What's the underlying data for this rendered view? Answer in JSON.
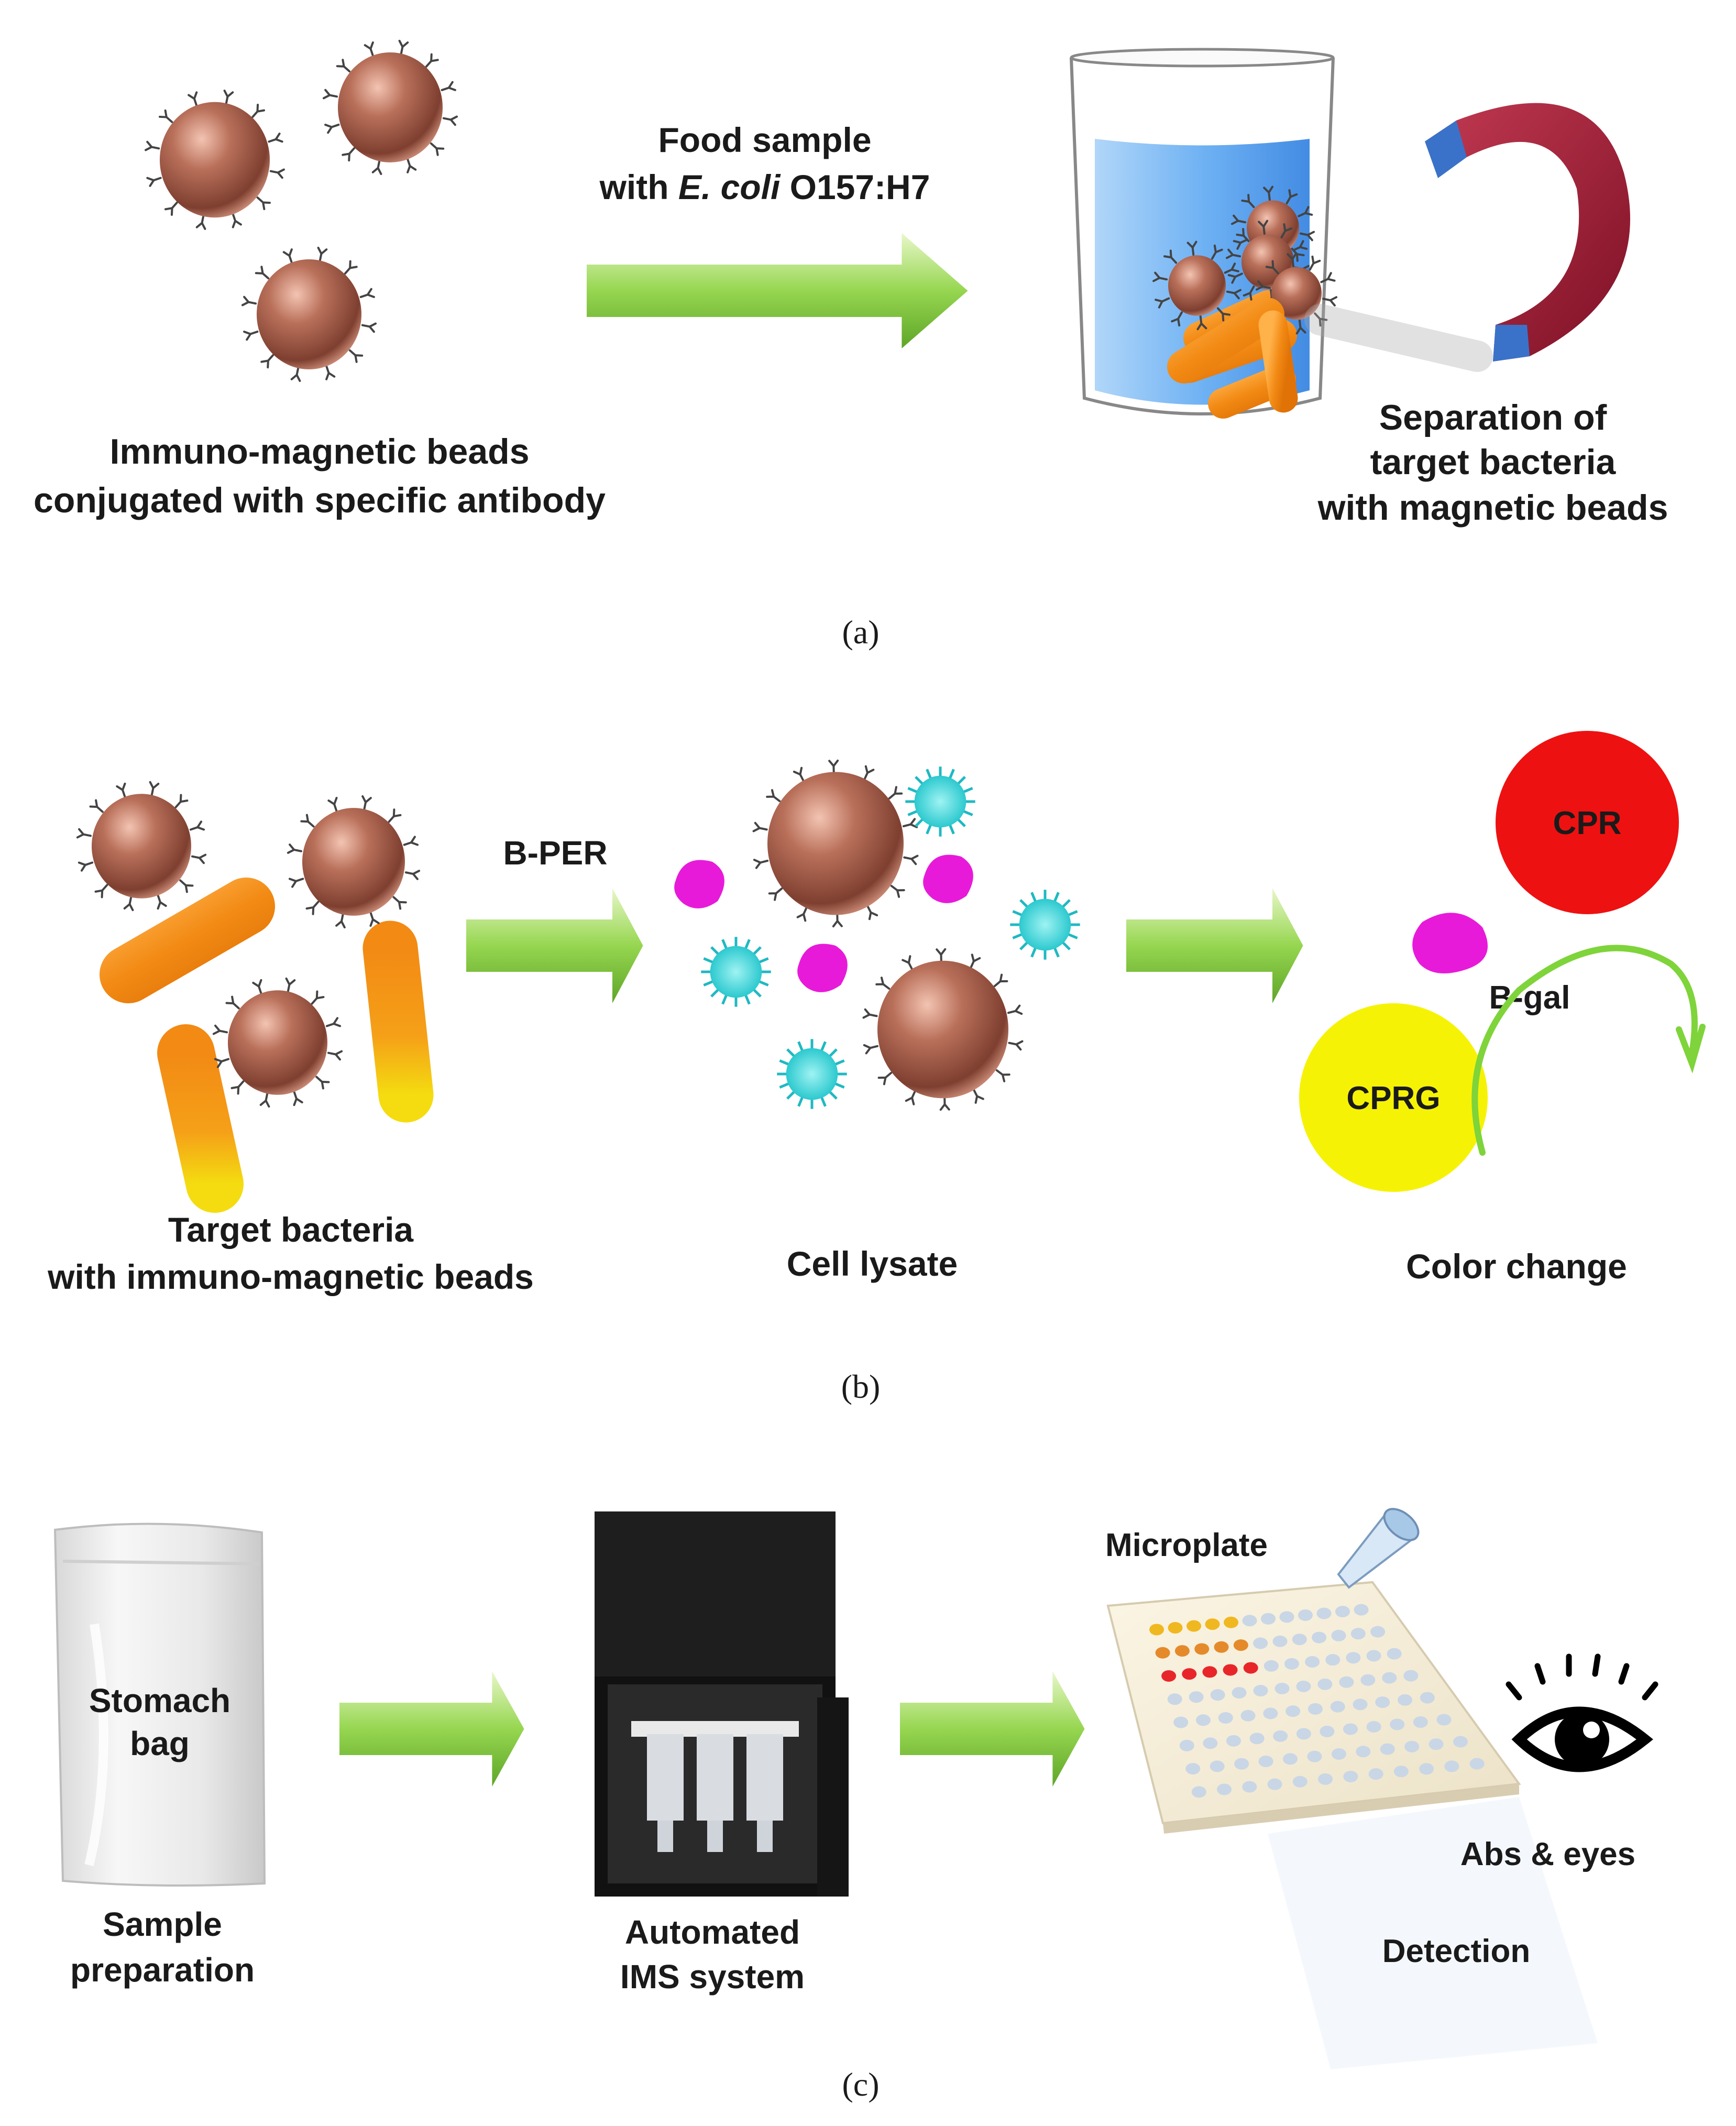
{
  "panels": {
    "a": {
      "label": "(a)",
      "beads_caption": [
        "Immuno-magnetic beads",
        "conjugated with specific antibody"
      ],
      "arrow_caption_line1": "Food sample",
      "arrow_caption_line2_prefix": "with ",
      "arrow_caption_line2_italic": "E. coli",
      "arrow_caption_line2_suffix": " O157:H7",
      "separation_caption": [
        "Separation of",
        "target bacteria",
        "with magnetic beads"
      ]
    },
    "b": {
      "label": "(b)",
      "target_caption": [
        "Target bacteria",
        "with immuno-magnetic beads"
      ],
      "reagent_label": "B-PER",
      "lysate_caption": "Cell lysate",
      "cpr_label": "CPR",
      "bgal_label": "B-gal",
      "cprg_label": "CPRG",
      "color_change_caption": "Color change"
    },
    "c": {
      "label": "(c)",
      "bag_text": [
        "Stomach",
        "bag"
      ],
      "sample_caption": [
        "Sample",
        "preparation"
      ],
      "ims_caption": [
        "Automated",
        "IMS system"
      ],
      "microplate_label": "Microplate",
      "abs_label": "Abs & eyes",
      "detection_caption": "Detection"
    }
  },
  "colors": {
    "bead": "#a85f4b",
    "bacteria": "#f28a14",
    "enzyme": "#e81ad9",
    "virus": "#3fd8d8",
    "arrow": "#8fd44a",
    "cpr": "#ee1111",
    "cprg": "#f6f206",
    "beaker_liquid": "#4f9ff0",
    "magnet": "#a51c36",
    "magnet_tip": "#3a72c9",
    "well_red": "#e8262a",
    "well_orange": "#e58a2a",
    "well_yellow": "#f0b820",
    "well_empty": "#c9d6e6"
  }
}
